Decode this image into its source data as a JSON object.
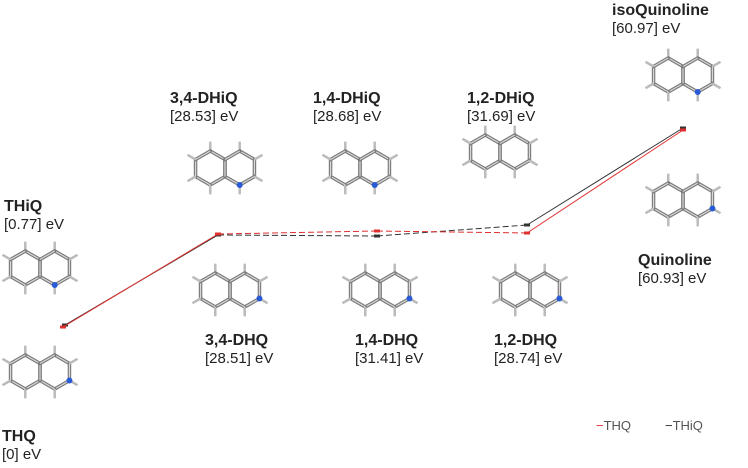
{
  "species": [
    {
      "id": "THQ",
      "name": "THQ",
      "energy": "[0] eV",
      "energy_eV": 0,
      "pathway": "THQ"
    },
    {
      "id": "THiQ",
      "name": "THiQ",
      "energy": "[0.77] eV",
      "energy_eV": 0.77,
      "pathway": "THiQ"
    },
    {
      "id": "34DHiQ",
      "name": "3,4-DHiQ",
      "energy": "[28.53] eV",
      "energy_eV": 28.53,
      "pathway": "THiQ"
    },
    {
      "id": "14DHiQ",
      "name": "1,4-DHiQ",
      "energy": "[28.68] eV",
      "energy_eV": 28.68,
      "pathway": "THiQ"
    },
    {
      "id": "12DHiQ",
      "name": "1,2-DHiQ",
      "energy": "[31.69] eV",
      "energy_eV": 31.69,
      "pathway": "THiQ"
    },
    {
      "id": "isoQ",
      "name": "isoQuinoline",
      "energy": "[60.97] eV",
      "energy_eV": 60.97,
      "pathway": "THiQ"
    },
    {
      "id": "34DHQ",
      "name": "3,4-DHQ",
      "energy": "[28.51] eV",
      "energy_eV": 28.51,
      "pathway": "THQ"
    },
    {
      "id": "14DHQ",
      "name": "1,4-DHQ",
      "energy": "[31.41] eV",
      "energy_eV": 31.41,
      "pathway": "THQ"
    },
    {
      "id": "12DHQ",
      "name": "1,2-DHQ",
      "energy": "[28.74] eV",
      "energy_eV": 28.74,
      "pathway": "THQ"
    },
    {
      "id": "Q",
      "name": "Quinoline",
      "energy": "[60.93] eV",
      "energy_eV": 60.93,
      "pathway": "THQ"
    }
  ],
  "legend": [
    {
      "label": "THQ",
      "color": "#e03030"
    },
    {
      "label": "THiQ",
      "color": "#333333"
    }
  ],
  "colors": {
    "THQ": "#e03030",
    "THiQ": "#333333",
    "nitrogen": "#2a5bd7",
    "bond": "#7a7a7a"
  }
}
